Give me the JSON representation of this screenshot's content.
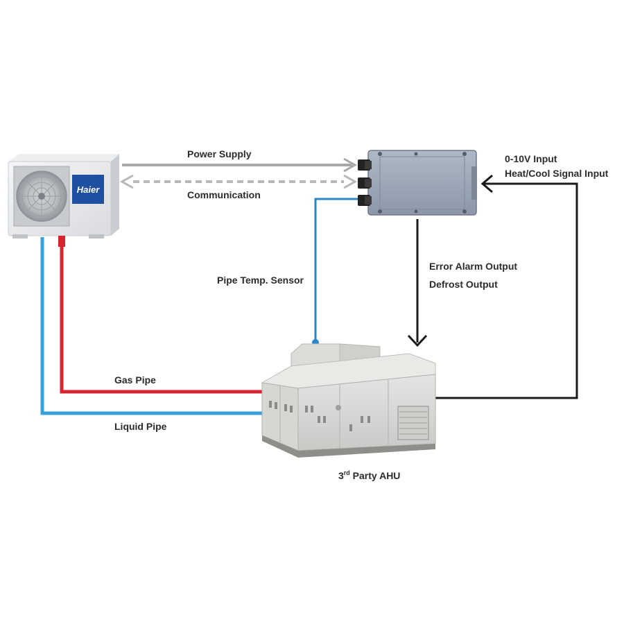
{
  "labels": {
    "power_supply": "Power Supply",
    "communication": "Communication",
    "input_line1": "0-10V Input",
    "input_line2": "Heat/Cool Signal Input",
    "pipe_temp_sensor": "Pipe Temp. Sensor",
    "error_alarm_output": "Error Alarm Output",
    "defrost_output": "Defrost Output",
    "gas_pipe": "Gas Pipe",
    "liquid_pipe": "Liquid Pipe",
    "ahu_prefix": "3",
    "ahu_superscript": "rd",
    "ahu_suffix": " Party AHU"
  },
  "outdoor_unit": {
    "brand": "Haier"
  },
  "colors": {
    "gas_pipe": "#d7252f",
    "liquid_pipe": "#3aa0dc",
    "sensor_wire": "#2a86c6",
    "power_arrow": "#a8a8a8",
    "signal_wire": "#1a1a1a",
    "brand_badge": "#1f4fa0"
  }
}
